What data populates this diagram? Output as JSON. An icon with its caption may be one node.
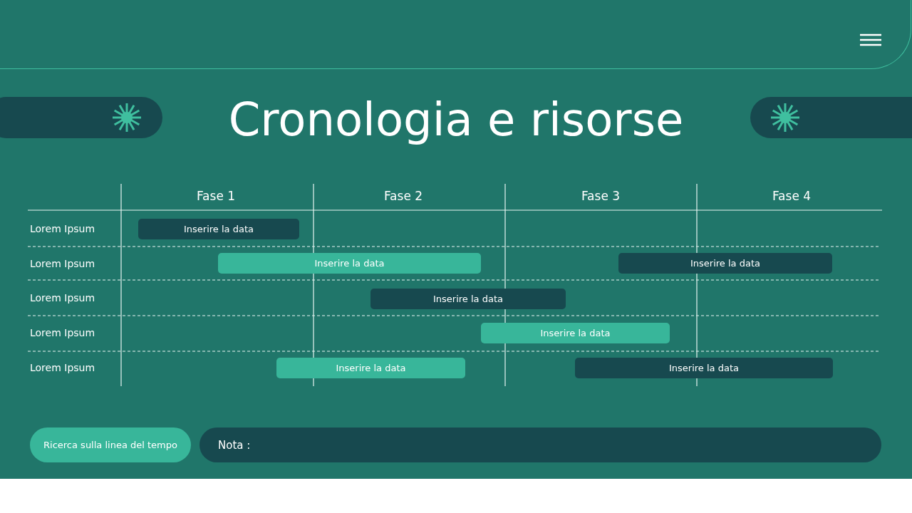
{
  "diagram": {
    "title": "Cronologia e risorse",
    "nodes": [
      {
        "text": [
          "Inserire la data"
        ]
      },
      {
        "text": [
          "Inserire la data"
        ]
      },
      {
        "text": [
          "Inserire la data"
        ]
      },
      {
        "text": [
          "Inserire la data"
        ]
      },
      {
        "text": [
          "Inserire la data"
        ]
      },
      {
        "text": [
          "Inserire la data"
        ]
      },
      {
        "text": [
          "Inserire la data"
        ]
      },
      {
        "text": [
          "Ricerca sulla linea del tempo"
        ]
      },
      {
        "text": [
          "Nota :"
        ]
      }
    ],
    "edges": [],
    "labels": [
      "Fase 1",
      "Fase 2",
      "Fase 3",
      "Fase 4",
      "Lorem Ipsum",
      "Lorem Ipsum",
      "Lorem Ipsum",
      "Lorem Ipsum",
      "Lorem Ipsum"
    ]
  }
}
